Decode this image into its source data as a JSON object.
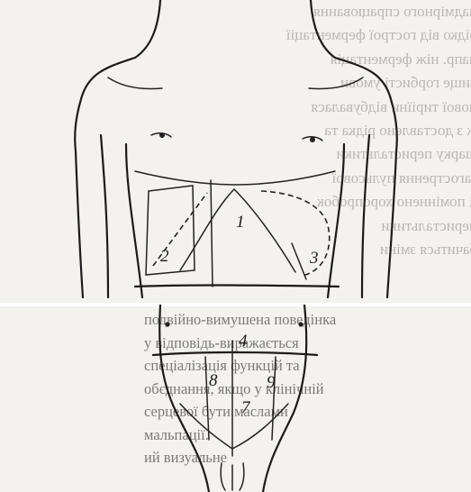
{
  "figure": {
    "top_labels": [
      "1",
      "2",
      "3"
    ],
    "bottom_labels": [
      "4",
      "7",
      "8",
      "9"
    ]
  },
  "bleed_through": {
    "lines": [
      "надмірного спрацювання",
      "рідко від гострої ферментації",
      "напр. ніж ферментація",
      "вище горбисті умови",
      "нової тиріїни відбувалася",
      "ж з доставлено рідка та",
      "шарку перистальтики",
      "загострення пульсової",
      "і, поміннено хоропробок",
      "перистальтики",
      "бачиться зміни"
    ]
  },
  "bottom_paragraph": {
    "lines": [
      "подвійно-вимушена поведінка",
      "у відповідь-виражається",
      "спеціалізація функцій та",
      "обєднання, якщо у клінічній",
      "серцевої бути маслами",
      "мальпації.",
      "ий визуальне"
    ]
  }
}
